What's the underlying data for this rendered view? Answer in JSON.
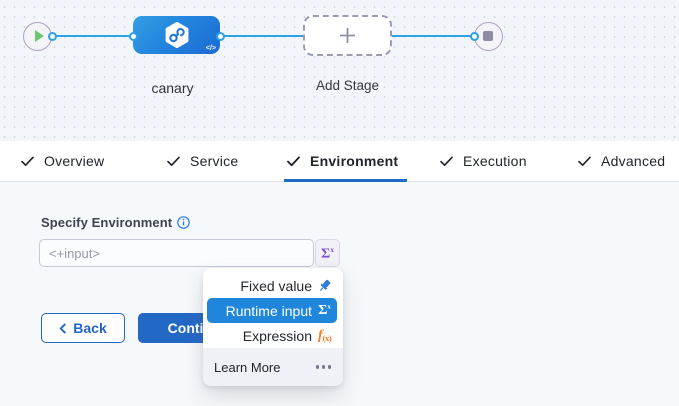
{
  "pipeline": {
    "stage_label": "canary",
    "add_stage_label": "Add Stage"
  },
  "tabs": [
    {
      "label": "Overview"
    },
    {
      "label": "Service"
    },
    {
      "label": "Environment"
    },
    {
      "label": "Execution"
    },
    {
      "label": "Advanced"
    }
  ],
  "form": {
    "field_label": "Specify Environment",
    "input_placeholder": "<+input>",
    "input_value": ""
  },
  "menu": {
    "items": [
      {
        "label": "Fixed value"
      },
      {
        "label": "Runtime input"
      },
      {
        "label": "Expression"
      }
    ],
    "learn_more_label": "Learn More"
  },
  "buttons": {
    "back_label": "Back",
    "continue_label": "Continue"
  },
  "colors": {
    "primary_blue": "#2468c5",
    "highlight_blue": "#1f86dc",
    "connector_blue": "#2da2e8",
    "sigma_purple": "#7b51cf",
    "expression_orange": "#ff7b26",
    "play_green": "#68ca6e"
  }
}
